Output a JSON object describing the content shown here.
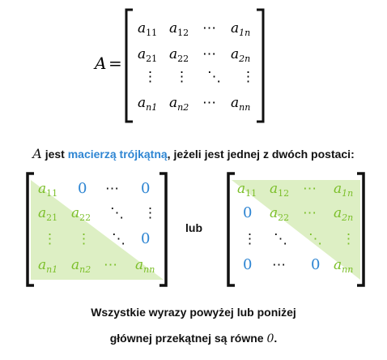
{
  "definition": {
    "lhs": "A",
    "eq": "=",
    "matrix": [
      [
        "a",
        "11",
        "a",
        "12",
        "⋯",
        "",
        "a",
        "1n"
      ],
      [
        "a",
        "21",
        "a",
        "22",
        "⋯",
        "",
        "a",
        "2n"
      ],
      [
        "⋮",
        "",
        "⋮",
        "",
        "⋱",
        "",
        "⋮",
        ""
      ],
      [
        "a",
        "n1",
        "a",
        "n2",
        "⋯",
        "",
        "a",
        "nn"
      ]
    ]
  },
  "statement": {
    "var": "A",
    "part1": " jest ",
    "highlight": "macierzą trójkątną",
    "part2": ", jeżeli jest jednej z dwóch postaci:"
  },
  "connector": "lub",
  "lower_matrix": [
    [
      "a11",
      "0",
      "⋯",
      "0"
    ],
    [
      "a21",
      "a22",
      "⋱",
      "⋮"
    ],
    [
      "⋮",
      "⋮",
      "⋱",
      "0"
    ],
    [
      "an1",
      "an2",
      "⋯",
      "ann"
    ]
  ],
  "upper_matrix": [
    [
      "a11",
      "a12",
      "⋯",
      "a1n"
    ],
    [
      "0",
      "a22",
      "⋯",
      "a2n"
    ],
    [
      "⋮",
      "⋱",
      "⋱",
      "⋮"
    ],
    [
      "0",
      "⋯",
      "0",
      "ann"
    ]
  ],
  "footer": {
    "line1": "Wszystkie wyrazy powyżej lub poniżej",
    "line2_text": "głównej przekątnej są równe ",
    "line2_value": "0",
    "line2_end": "."
  },
  "colors": {
    "green_text": "#7cbf2a",
    "green_fill": "#ddefc4",
    "blue": "#2f86d3",
    "bracket": "#111111"
  }
}
